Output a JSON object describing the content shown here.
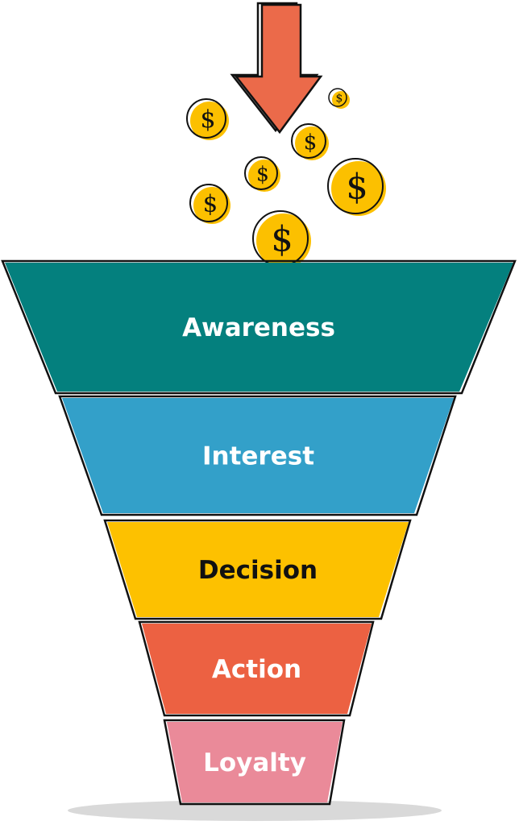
{
  "funnel": {
    "stages": [
      {
        "label": "Awareness",
        "fill": "#04807e",
        "text_color": "#ffffff"
      },
      {
        "label": "Interest",
        "fill": "#33a0c9",
        "text_color": "#ffffff"
      },
      {
        "label": "Decision",
        "fill": "#fdc100",
        "text_color": "#111111"
      },
      {
        "label": "Action",
        "fill": "#ec6142",
        "text_color": "#ffffff"
      },
      {
        "label": "Loyalty",
        "fill": "#ea8a99",
        "text_color": "#ffffff"
      }
    ],
    "outline_color": "#111111",
    "shadow_color": "#d9d9d9"
  },
  "arrow": {
    "icon": "arrow-down-icon",
    "fill": "#eb6a4a"
  },
  "coins": {
    "icon": "dollar-coin-icon",
    "fill": "#fcc000",
    "symbol": "$"
  }
}
